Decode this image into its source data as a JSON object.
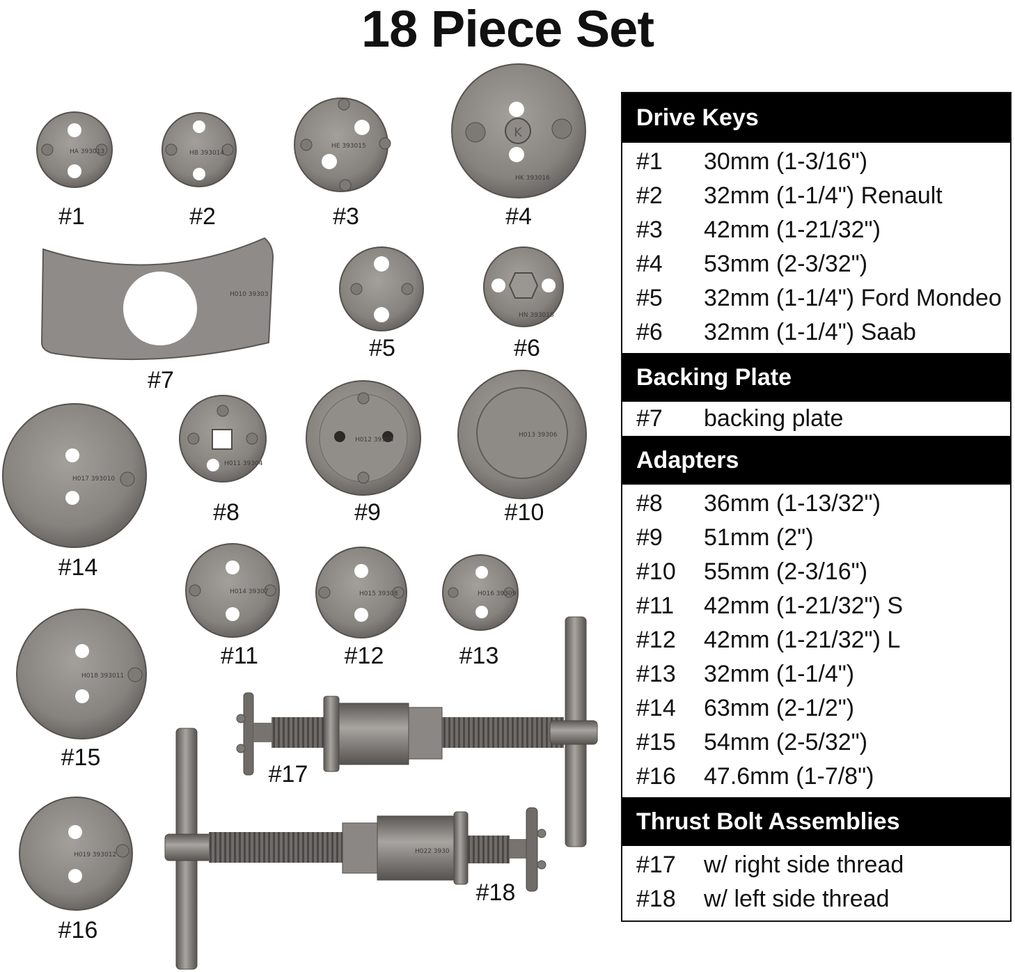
{
  "title": "18 Piece Set",
  "parts": [
    {
      "label": "#1",
      "stamp": "HA 393013"
    },
    {
      "label": "#2",
      "stamp": "HB 393014"
    },
    {
      "label": "#3",
      "stamp": "HE 393015"
    },
    {
      "label": "#4",
      "stamp": "HK 393016",
      "center_mark": "K"
    },
    {
      "label": "#5",
      "stamp": ""
    },
    {
      "label": "#6",
      "stamp": "HN 393018"
    },
    {
      "label": "#7",
      "stamp": "H010 39303"
    },
    {
      "label": "#8",
      "stamp": "H011 39304"
    },
    {
      "label": "#9",
      "stamp": "H012 39305"
    },
    {
      "label": "#10",
      "stamp": "H013 39306"
    },
    {
      "label": "#11",
      "stamp": "H014 39307"
    },
    {
      "label": "#12",
      "stamp": "H015 39308"
    },
    {
      "label": "#13",
      "stamp": "H016 39309"
    },
    {
      "label": "#14",
      "stamp": "H017 393010"
    },
    {
      "label": "#15",
      "stamp": "H018 393011"
    },
    {
      "label": "#16",
      "stamp": "H019 393012"
    },
    {
      "label": "#17",
      "stamp": ""
    },
    {
      "label": "#18",
      "stamp": "H022 3930"
    }
  ],
  "legend": {
    "sections": [
      {
        "heading": "Drive Keys",
        "rows": [
          {
            "key": "#1",
            "desc": "30mm (1-3/16\")"
          },
          {
            "key": "#2",
            "desc": "32mm (1-1/4\") Renault"
          },
          {
            "key": "#3",
            "desc": "42mm (1-21/32\")"
          },
          {
            "key": "#4",
            "desc": "53mm (2-3/32\")"
          },
          {
            "key": "#5",
            "desc": "32mm (1-1/4\") Ford Mondeo"
          },
          {
            "key": "#6",
            "desc": "32mm (1-1/4\") Saab"
          }
        ]
      },
      {
        "heading": "Backing Plate",
        "rows": [
          {
            "key": "#7",
            "desc": "backing plate"
          }
        ]
      },
      {
        "heading": "Adapters",
        "rows": [
          {
            "key": "#8",
            "desc": "36mm (1-13/32\")"
          },
          {
            "key": "#9",
            "desc": "51mm (2\")"
          },
          {
            "key": "#10",
            "desc": "55mm (2-3/16\")"
          },
          {
            "key": "#11",
            "desc": "42mm (1-21/32\") S"
          },
          {
            "key": "#12",
            "desc": "42mm (1-21/32\") L"
          },
          {
            "key": "#13",
            "desc": "32mm (1-1/4\")"
          },
          {
            "key": "#14",
            "desc": "63mm (2-1/2\")"
          },
          {
            "key": "#15",
            "desc": "54mm (2-5/32\")"
          },
          {
            "key": "#16",
            "desc": "47.6mm (1-7/8\")"
          }
        ]
      },
      {
        "heading": "Thrust Bolt Assemblies",
        "rows": [
          {
            "key": "#17",
            "desc": "w/ right side thread"
          },
          {
            "key": "#18",
            "desc": "w/ left side thread"
          }
        ]
      }
    ]
  },
  "colors": {
    "metal": "#8a8784",
    "metal_dark": "#5b5855",
    "metal_light": "#a9a6a2",
    "heading_bg": "#000000",
    "heading_text": "#ffffff"
  }
}
